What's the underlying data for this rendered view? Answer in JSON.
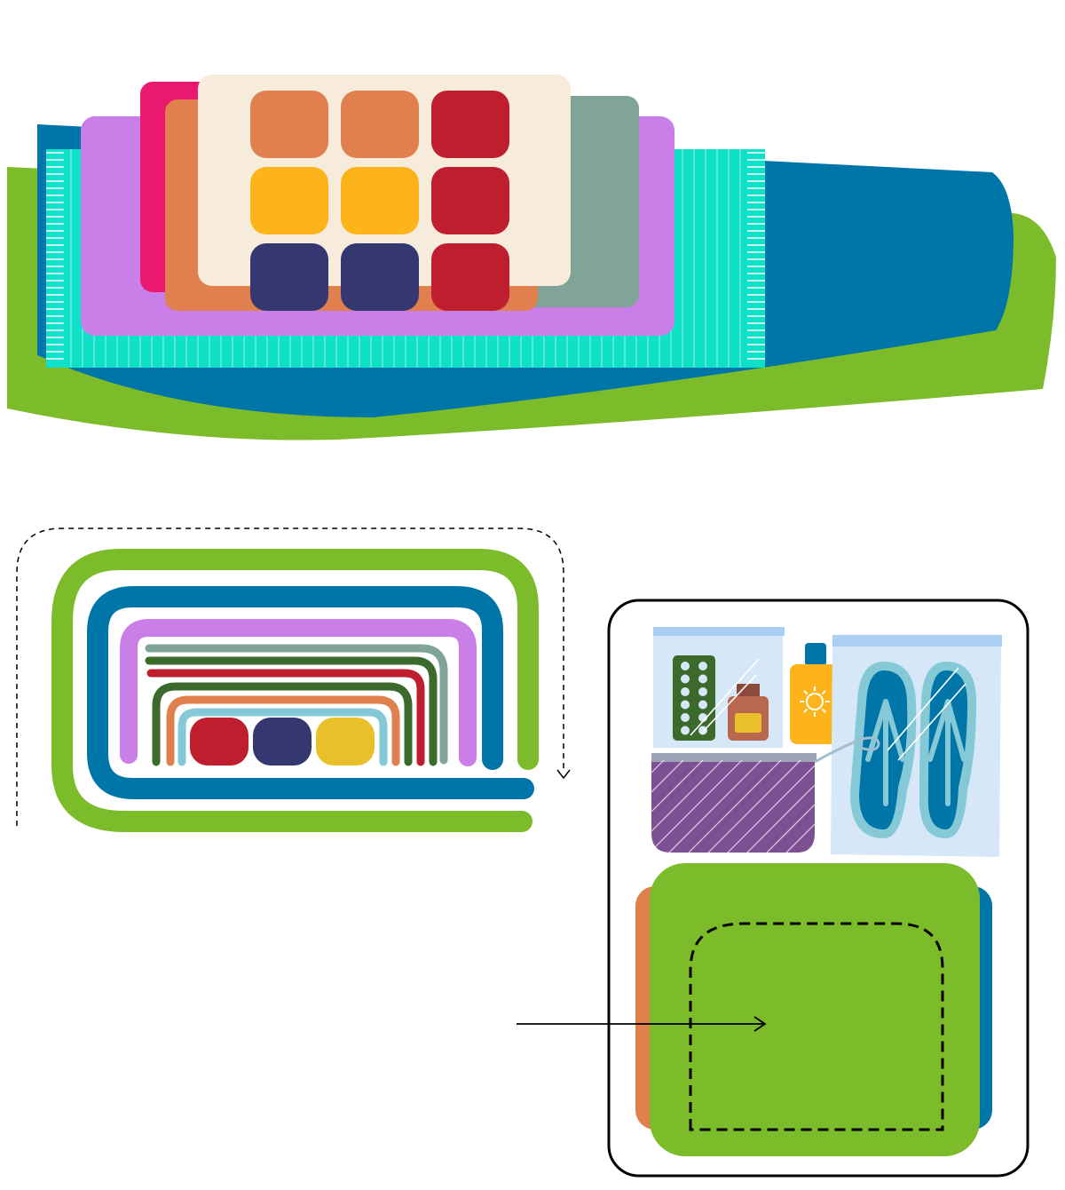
{
  "colors": {
    "green": "#7cbc2a",
    "blue": "#0075a8",
    "teal": "#0fe0c8",
    "purple": "#c97ee8",
    "sage": "#80a598",
    "orange": "#e0804f",
    "pink": "#e8196e",
    "cream": "#f7ecdc",
    "red": "#be1e2d",
    "yellow": "#fdb31a",
    "mustard": "#e8c02a",
    "navy": "#353870",
    "dark_green": "#3b6a2c",
    "light_teal": "#86c9d6",
    "violet": "#7c5093",
    "bag_blue": "#d6e7f7",
    "bag_stripe": "#a9d0f3",
    "outline": "#000000"
  },
  "stack_view": {
    "layers": [
      "sleeping-bag",
      "beach-towel",
      "blanket",
      "sage-towel",
      "pink-towel",
      "orange-towel",
      "cream-towel"
    ],
    "rolls": [
      [
        "orange",
        "orange",
        "red"
      ],
      [
        "yellow",
        "yellow",
        "red"
      ],
      [
        "navy",
        "navy",
        "red"
      ]
    ]
  },
  "roll_view": {
    "layers": [
      "green",
      "blue",
      "purple",
      "sage",
      "dark_green",
      "red",
      "dark_green",
      "orange",
      "light_teal"
    ],
    "rolls": [
      "red",
      "navy",
      "mustard"
    ],
    "arrow": "dashed-curved-arrow"
  },
  "suitcase": {
    "items": [
      "pill-pack",
      "medicine-bottle",
      "sunscreen",
      "flip-flops",
      "toiletry-pouch",
      "rolled-towel-bundle"
    ],
    "arrow": "straight-arrow"
  }
}
